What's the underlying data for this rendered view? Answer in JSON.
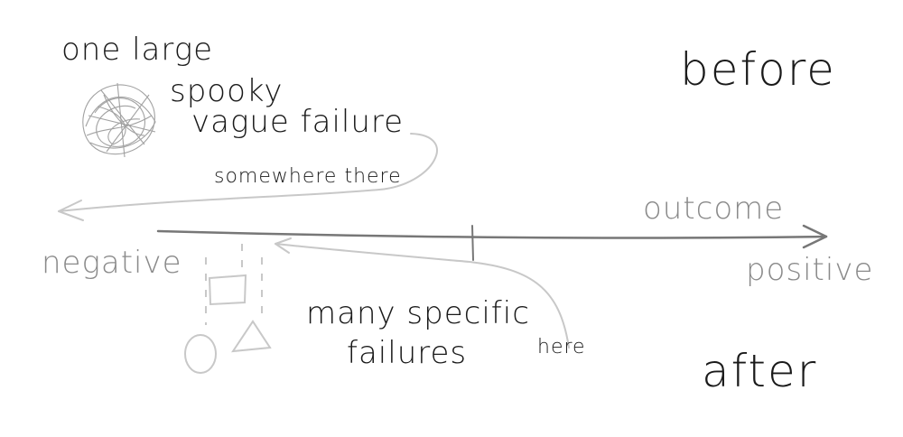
{
  "labels": {
    "before": "before",
    "after": "after",
    "outcome": "outcome",
    "negative": "negative",
    "positive": "positive",
    "one_large": "one large",
    "spooky": "spooky",
    "vague_failure": "vague failure",
    "somewhere_there": "somewhere there",
    "many_specific": "many specific",
    "failures": "failures",
    "here": "here"
  }
}
